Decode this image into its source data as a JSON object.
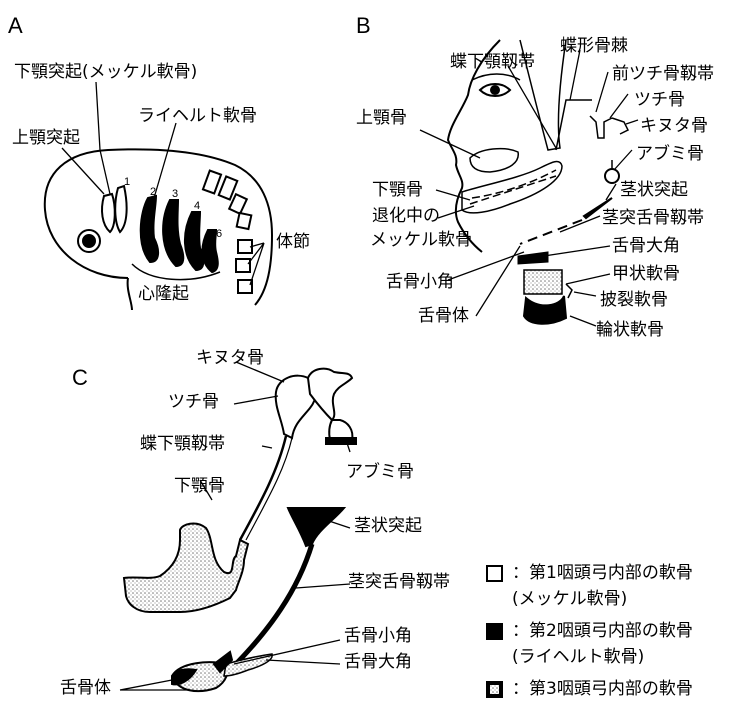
{
  "panels": {
    "a": "A",
    "b": "B",
    "c": "C"
  },
  "panel_a": {
    "mandibular_process": "下顎突起(メッケル軟骨)",
    "maxillary_process": "上顎突起",
    "reichert_cartilage": "ライヘルト軟骨",
    "somites": "体節",
    "cardiac_bulge": "心隆起",
    "arch_numbers": [
      "1",
      "2",
      "3",
      "4",
      "6"
    ]
  },
  "panel_b": {
    "sphenomandibular_ligament": "蝶下顎靱帯",
    "sphenoid_spine": "蝶形骨棘",
    "anterior_malleolar_ligament": "前ツチ骨靱帯",
    "malleus": "ツチ骨",
    "incus": "キヌタ骨",
    "stapes": "アブミ骨",
    "styloid_process": "茎状突起",
    "stylohyoid_ligament": "茎突舌骨靱帯",
    "greater_horn": "舌骨大角",
    "thyroid_cartilage": "甲状軟骨",
    "arytenoid_cartilage": "披裂軟骨",
    "cricoid_cartilage": "輪状軟骨",
    "maxilla": "上顎骨",
    "mandible": "下顎骨",
    "regressing_meckel_line1": "退化中の",
    "regressing_meckel_line2": "メッケル軟骨",
    "lesser_horn": "舌骨小角",
    "hyoid_body": "舌骨体"
  },
  "panel_c": {
    "incus": "キヌタ骨",
    "malleus": "ツチ骨",
    "sphenomandibular_ligament": "蝶下顎靱帯",
    "stapes": "アブミ骨",
    "mandible": "下顎骨",
    "styloid_process": "茎状突起",
    "stylohyoid_ligament": "茎突舌骨靱帯",
    "lesser_horn": "舌骨小角",
    "greater_horn": "舌骨大角",
    "hyoid_body": "舌骨体"
  },
  "legend": [
    {
      "text": "：第1咽頭弓内部の軟骨",
      "swatch": "white"
    },
    {
      "text": "(メッケル軟骨)",
      "swatch": ""
    },
    {
      "text": "：第2咽頭弓内部の軟骨",
      "swatch": "black"
    },
    {
      "text": "(ライヘルト軟骨)",
      "swatch": ""
    },
    {
      "text": "：第3咽頭弓内部の軟骨",
      "swatch": "dotted"
    }
  ],
  "colors": {
    "ink": "#000000",
    "paper": "#ffffff",
    "stipple": "#9a9a9a"
  }
}
